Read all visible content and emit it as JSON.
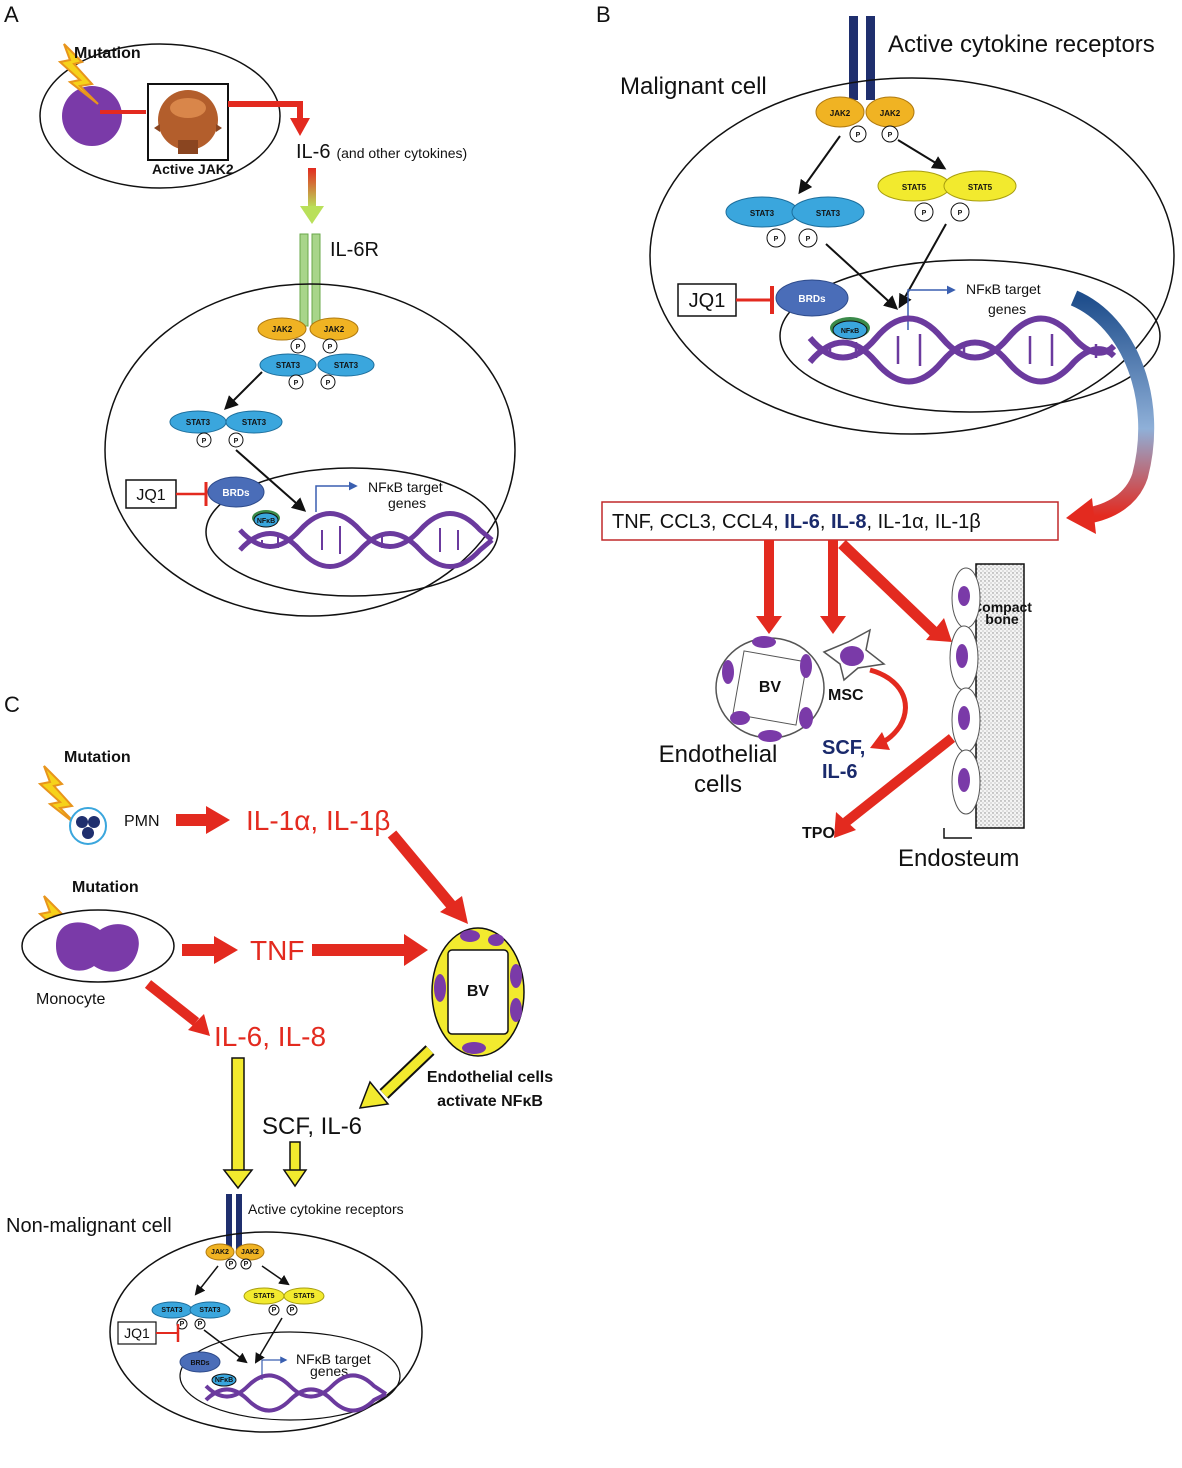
{
  "panel_a": {
    "letter": "A",
    "mutation": "Mutation",
    "active_jak2": "Active JAK2",
    "il6": "IL-6",
    "il6_note": "(and other cytokines)",
    "il6r": "IL-6R",
    "jak2": "JAK2",
    "stat3": "STAT3",
    "p": "P",
    "jq1": "JQ1",
    "brds": "BRDs",
    "nfkb": "NFκB",
    "target_line1": "NFκB target",
    "target_line2": "genes"
  },
  "panel_b": {
    "letter": "B",
    "receptors": "Active cytokine receptors",
    "malignant_cell": "Malignant cell",
    "jak2": "JAK2",
    "stat3": "STAT3",
    "stat5": "STAT5",
    "p": "P",
    "jq1": "JQ1",
    "brds": "BRDs",
    "nfkb": "NFκB",
    "target_line1": "NFκB target",
    "target_line2": "genes",
    "cytokines_a": "TNF, CCL3, CCL4, ",
    "cytokines_il6": "IL-6",
    "cytokines_comma": ", ",
    "cytokines_il8": "IL-8",
    "cytokines_b": ", IL-1α, IL-1β",
    "bv": "BV",
    "msc": "MSC",
    "scf": "SCF,",
    "scf_il6": "IL-6",
    "endothelial_line1": "Endothelial",
    "endothelial_line2": "cells",
    "compact_line1": "Compact",
    "compact_line2": "bone",
    "tpo": "TPO",
    "endosteum": "Endosteum"
  },
  "panel_c": {
    "letter": "C",
    "mutation": "Mutation",
    "pmn": "PMN",
    "il1": "IL-1α, IL-1β",
    "monocyte": "Monocyte",
    "tnf": "TNF",
    "il6_il8": "IL-6, IL-8",
    "bv": "BV",
    "endo_line1": "Endothelial cells",
    "endo_line2": "activate NFκB",
    "scf_il6": "SCF, IL-6",
    "non_malignant": "Non-malignant cell",
    "receptors": "Active cytokine receptors",
    "jak2": "JAK2",
    "stat3": "STAT3",
    "stat5": "STAT5",
    "p": "P",
    "jq1": "JQ1",
    "brds": "BRDs",
    "nfkb": "NFκB",
    "target_line1": "NFκB target",
    "target_line2": "genes"
  },
  "colors": {
    "red": "#e32a1f",
    "jak2": "#f0b323",
    "stat3": "#3aa6dd",
    "stat5": "#f2ea2e",
    "brds": "#4a6db8",
    "dna": "#6b3a9e",
    "navy": "#1f2f6e",
    "receptor_green": "#a8d58a",
    "yellow_arrow": "#f2ea2e"
  }
}
